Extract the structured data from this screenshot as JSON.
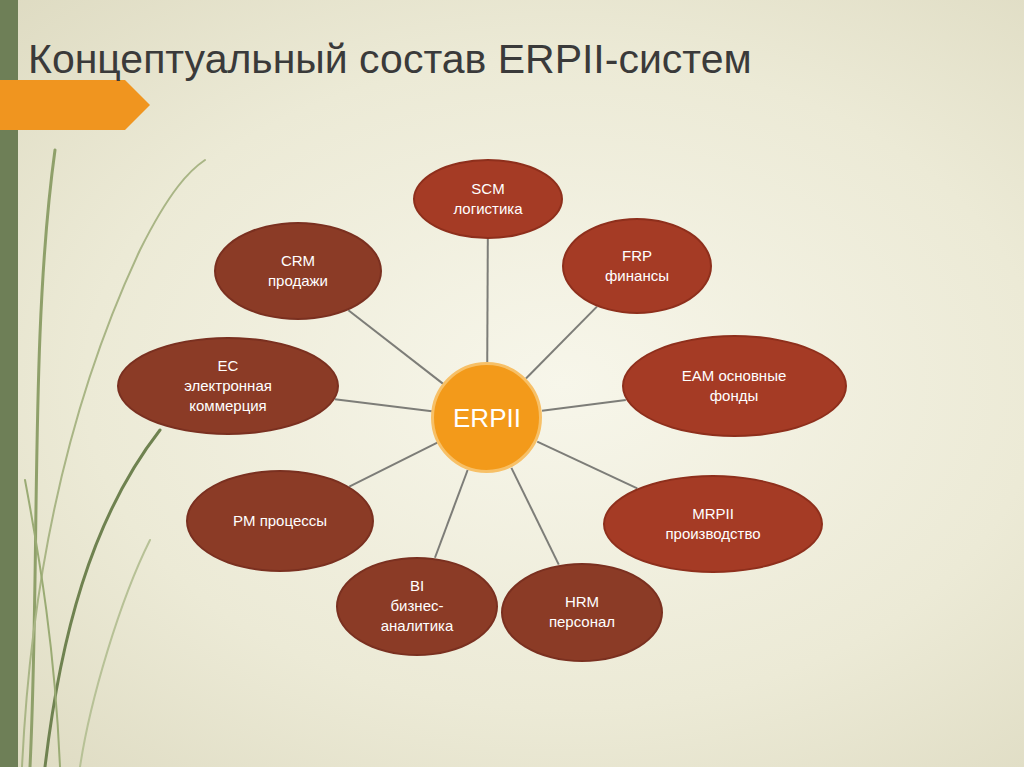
{
  "diagram": {
    "title": "Концептуальный состав ERPII-систем",
    "nodes": [
      {
        "text": [
          "ERPII"
        ]
      },
      {
        "text": [
          "SCM",
          "логистика"
        ]
      },
      {
        "text": [
          "FRP",
          "финансы"
        ]
      },
      {
        "text": [
          "EAM основные фонды"
        ]
      },
      {
        "text": [
          "MRPII",
          "производство"
        ]
      },
      {
        "text": [
          "HRM",
          "персонал"
        ]
      },
      {
        "text": [
          "BI",
          "бизнес-аналитика"
        ]
      },
      {
        "text": [
          "PM процессы"
        ]
      },
      {
        "text": [
          "EC",
          "электронная коммерция"
        ]
      },
      {
        "text": [
          "CRM",
          "продажи"
        ]
      }
    ],
    "edges": [
      {
        "from": 0,
        "to": 1,
        "arrow": "none"
      },
      {
        "from": 0,
        "to": 2,
        "arrow": "none"
      },
      {
        "from": 0,
        "to": 3,
        "arrow": "none"
      },
      {
        "from": 0,
        "to": 4,
        "arrow": "none"
      },
      {
        "from": 0,
        "to": 5,
        "arrow": "none"
      },
      {
        "from": 0,
        "to": 6,
        "arrow": "none"
      },
      {
        "from": 0,
        "to": 7,
        "arrow": "none"
      },
      {
        "from": 0,
        "to": 8,
        "arrow": "none"
      },
      {
        "from": 0,
        "to": 9,
        "arrow": "none"
      }
    ]
  }
}
